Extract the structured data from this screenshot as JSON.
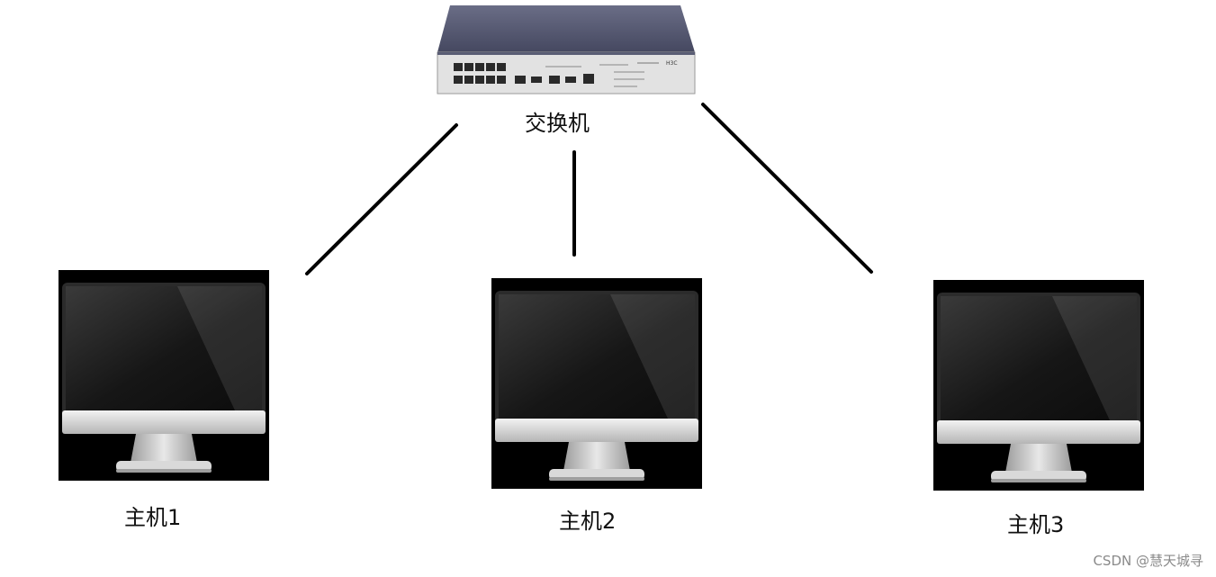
{
  "diagram": {
    "switch": {
      "label": "交换机",
      "icon": "network-switch-icon",
      "brand_mark": "H3C"
    },
    "hosts": [
      {
        "label": "主机1",
        "icon": "desktop-monitor-icon"
      },
      {
        "label": "主机2",
        "icon": "desktop-monitor-icon"
      },
      {
        "label": "主机3",
        "icon": "desktop-monitor-icon"
      }
    ],
    "connections": [
      {
        "from": "交换机",
        "to": "主机1"
      },
      {
        "from": "交换机",
        "to": "主机2"
      },
      {
        "from": "交换机",
        "to": "主机3"
      }
    ]
  },
  "watermark": "CSDN @慧天城寻",
  "colors": {
    "background": "#ffffff",
    "line": "#000000",
    "switch_body": "#4a4d63",
    "switch_face": "#e4e4e4",
    "monitor_frame": "#000000",
    "monitor_screen": "#1e1e1e",
    "monitor_stand": "#cfcfcf"
  }
}
